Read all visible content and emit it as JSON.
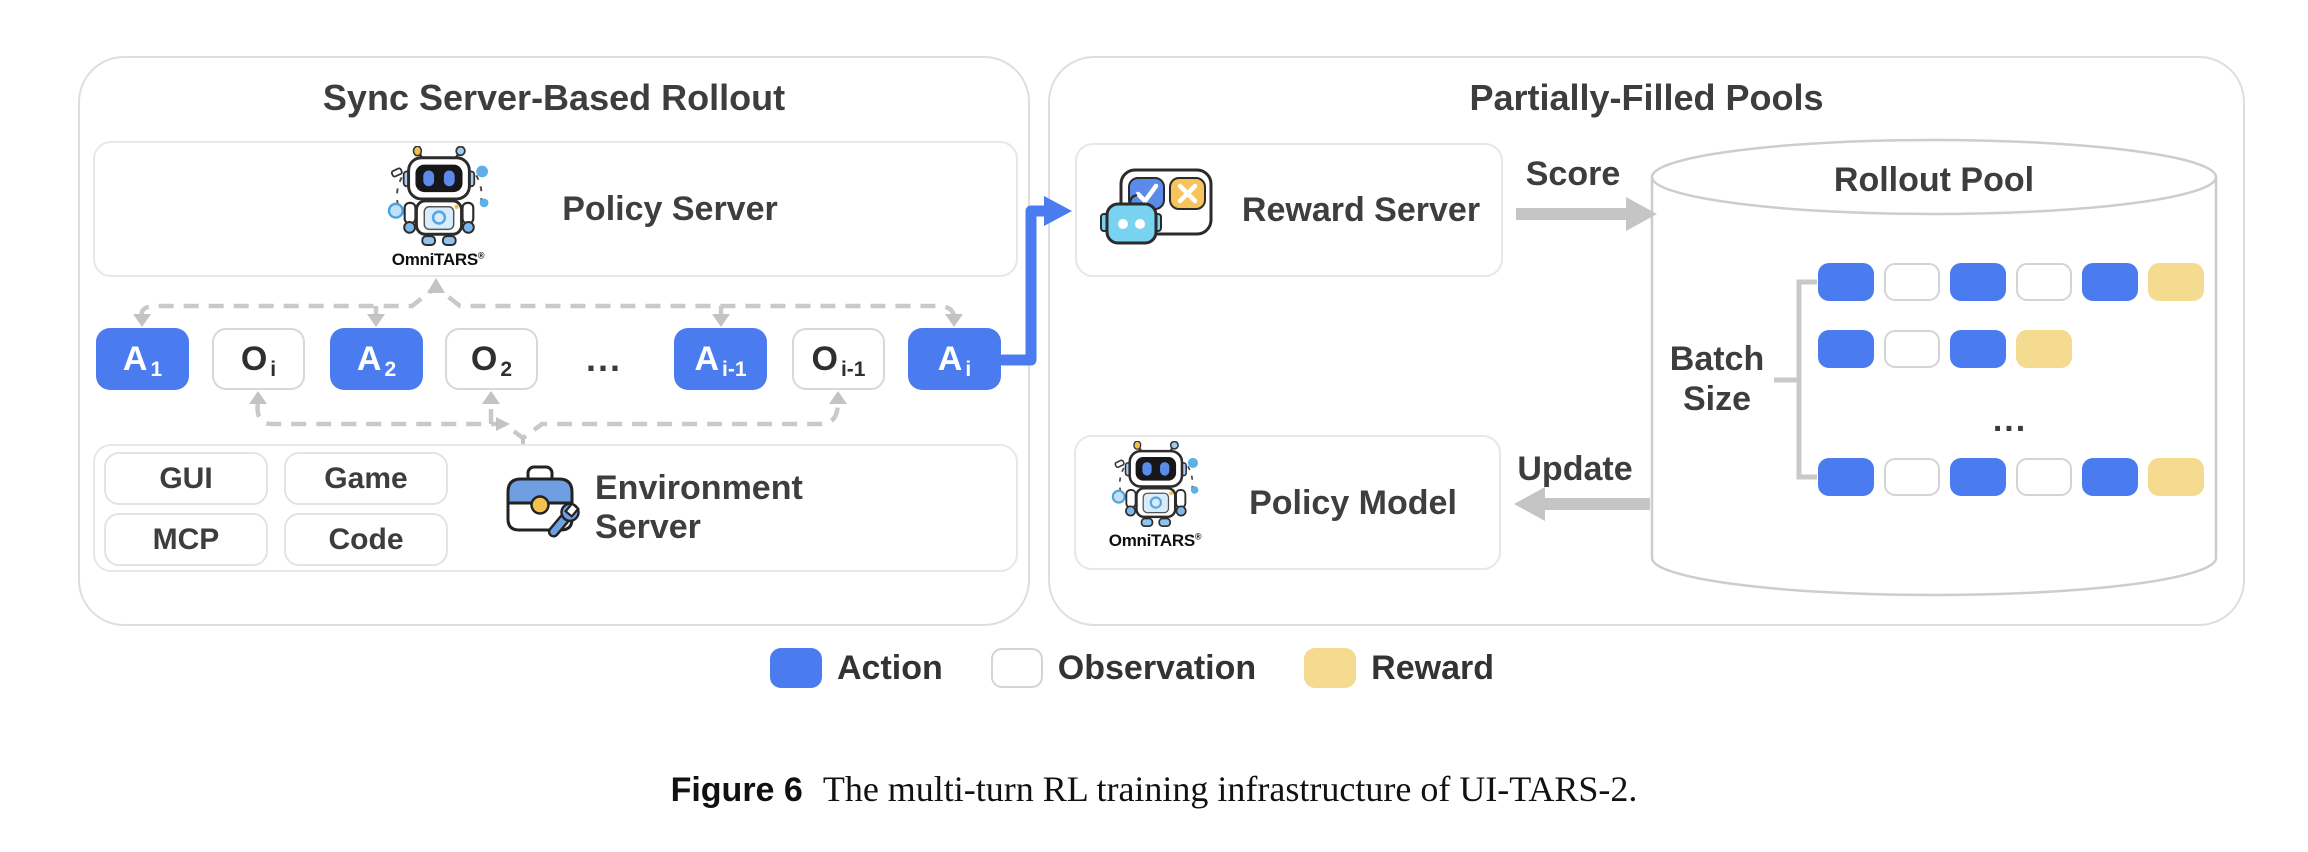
{
  "colors": {
    "action": "#4a7cf0",
    "observation": "#ffffff",
    "reward": "#f5db90",
    "connector_gray": "#c9c9c9",
    "arrow_gray": "#c5c5c5",
    "accent_blue": "#4a7cf0"
  },
  "left_panel": {
    "title": "Sync Server-Based Rollout",
    "policy_server": {
      "label": "Policy Server",
      "logo": "OmniTARS",
      "logo_mark": "®"
    },
    "tokens": [
      {
        "base": "A",
        "sub": "1",
        "kind": "action"
      },
      {
        "base": "O",
        "sub": "i",
        "kind": "observation"
      },
      {
        "base": "A",
        "sub": "2",
        "kind": "action"
      },
      {
        "base": "O",
        "sub": "2",
        "kind": "observation"
      },
      {
        "base": "...",
        "sub": "",
        "kind": "ellipsis"
      },
      {
        "base": "A",
        "sub": "i-1",
        "kind": "action"
      },
      {
        "base": "O",
        "sub": "i-1",
        "kind": "observation"
      },
      {
        "base": "A",
        "sub": "i",
        "kind": "action"
      }
    ],
    "env_server": {
      "label": "Environment Server",
      "chips": [
        "GUI",
        "Game",
        "MCP",
        "Code"
      ]
    }
  },
  "right_panel": {
    "title": "Partially-Filled Pools",
    "reward_server": {
      "label": "Reward Server"
    },
    "score_label": "Score",
    "update_label": "Update",
    "policy_model": {
      "label": "Policy Model",
      "logo": "OmniTARS",
      "logo_mark": "®"
    },
    "rollout_pool": {
      "title": "Rollout Pool",
      "batch_label": "Batch Size",
      "ellipsis": "...",
      "rows": [
        [
          "action",
          "observation",
          "action",
          "observation",
          "action",
          "reward"
        ],
        [
          "action",
          "observation",
          "action",
          "reward"
        ],
        [
          "action",
          "observation",
          "action",
          "observation",
          "action",
          "reward"
        ]
      ]
    }
  },
  "legend": [
    {
      "label": "Action",
      "kind": "action"
    },
    {
      "label": "Observation",
      "kind": "observation"
    },
    {
      "label": "Reward",
      "kind": "reward"
    }
  ],
  "caption": {
    "tag": "Figure 6",
    "text": "The multi-turn RL training infrastructure of UI-TARS-2."
  }
}
